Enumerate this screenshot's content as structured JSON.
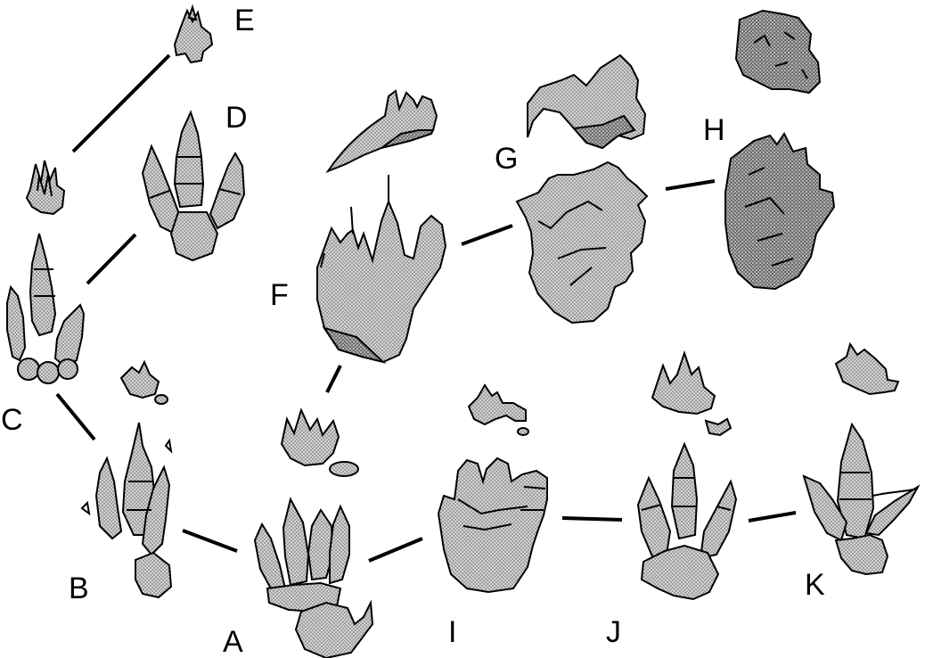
{
  "figure": {
    "labels": {
      "a": "A",
      "b": "B",
      "c": "C",
      "d": "D",
      "e": "E",
      "f": "F",
      "g": "G",
      "h": "H",
      "i": "I",
      "j": "J",
      "k": "K"
    },
    "colors": {
      "track_fill": "#c8c8c8",
      "track_dark": "#a9a9a9",
      "outline": "#000000",
      "background": "#ffffff"
    }
  }
}
